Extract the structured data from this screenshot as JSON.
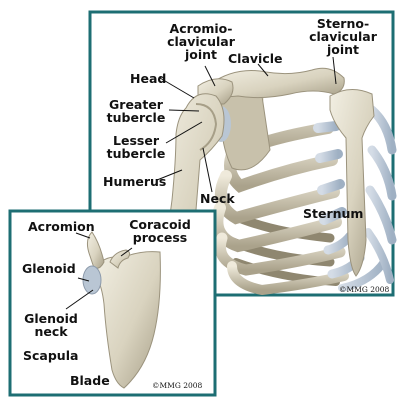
{
  "colors": {
    "panel_background": "#ffffff",
    "panel_border": "#1d6e73",
    "bone": "#ddd8c6",
    "bone_shadow": "#a9a18b",
    "cartilage": "#bcc8d6",
    "pointer_line": "#111111"
  },
  "shoulder_panel": {
    "labels": {
      "acromioclavicular_joint": "Acromio-\nclavicular\njoint",
      "clavicle": "Clavicle",
      "sternoclavicular_joint": "Sterno-\nclavicular\njoint",
      "head": "Head",
      "greater_tubercle": "Greater\ntubercle",
      "lesser_tubercle": "Lesser\ntubercle",
      "humerus": "Humerus",
      "neck": "Neck",
      "sternum": "Sternum"
    },
    "copyright": "©MMG 2008"
  },
  "scapula_panel": {
    "labels": {
      "acromion": "Acromion",
      "coracoid_process": "Coracoid\nprocess",
      "glenoid": "Glenoid",
      "glenoid_neck": "Glenoid\nneck",
      "scapula": "Scapula",
      "blade": "Blade"
    },
    "copyright": "©MMG 2008"
  }
}
